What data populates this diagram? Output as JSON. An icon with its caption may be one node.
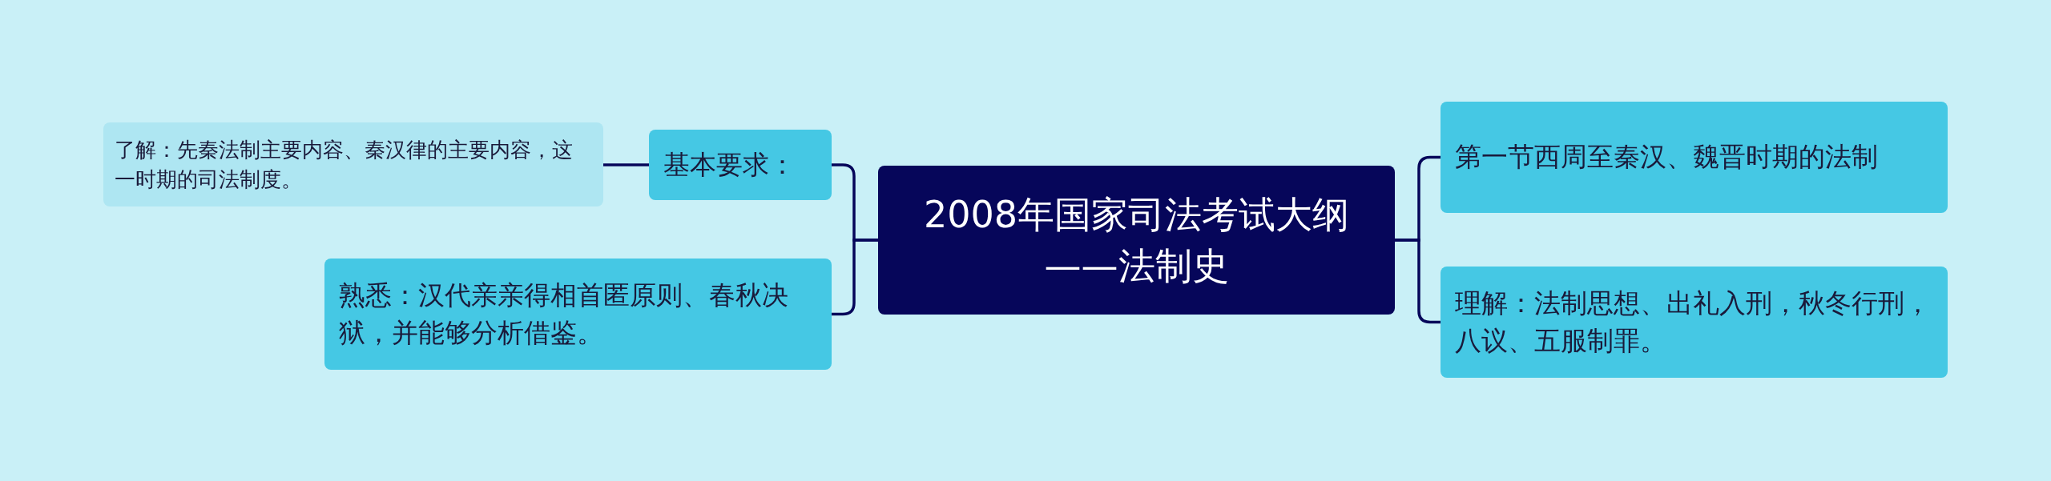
{
  "diagram": {
    "nodes": [
      {
        "text": [
          "2008年国家司法考试大纲——法制史"
        ]
      },
      {
        "text": [
          "基本要求："
        ]
      },
      {
        "text": [
          "了解：先秦法制主要内容、秦汉律的主要内容，这一时期的司法制度。"
        ]
      },
      {
        "text": [
          "熟悉：汉代亲亲得相首匿原则、春秋决狱，并能够分析借鉴。"
        ]
      },
      {
        "text": [
          "第一节西周至秦汉、魏晋时期的法制"
        ]
      },
      {
        "text": [
          "理解：法制思想、出礼入刑，秋冬行刑，八议、五服制罪。"
        ]
      }
    ],
    "edges": [
      {
        "from": 0,
        "to": 1,
        "arrow": "none"
      },
      {
        "from": 0,
        "to": 3,
        "arrow": "none"
      },
      {
        "from": 1,
        "to": 2,
        "arrow": "none"
      },
      {
        "from": 0,
        "to": 4,
        "arrow": "none"
      },
      {
        "from": 0,
        "to": 5,
        "arrow": "none"
      }
    ]
  }
}
